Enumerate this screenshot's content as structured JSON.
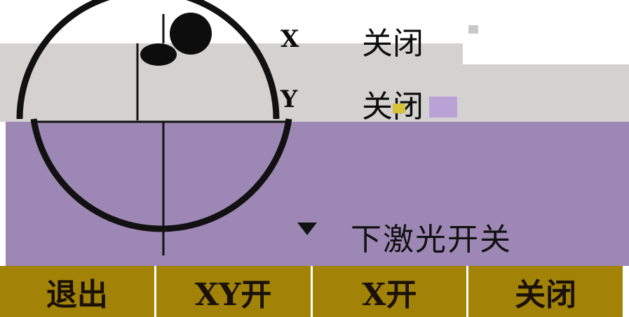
{
  "colors": {
    "panel_background": "#9d87b4",
    "gray_band": "#d4d2d1",
    "softkey_bar": "#a28307",
    "text": "#111111"
  },
  "status": {
    "x_axis_label": "X",
    "x_axis_state": "关闭",
    "y_axis_label": "Y",
    "y_axis_state": "关闭"
  },
  "laser": {
    "indicator_icon": "triangle-down-icon",
    "label": "下激光开关"
  },
  "gauge": {
    "icon": "crosshair-circle-icon"
  },
  "softkeys": [
    {
      "label": "退出"
    },
    {
      "label": "XY开"
    },
    {
      "label": "X开"
    },
    {
      "label": "关闭"
    }
  ]
}
